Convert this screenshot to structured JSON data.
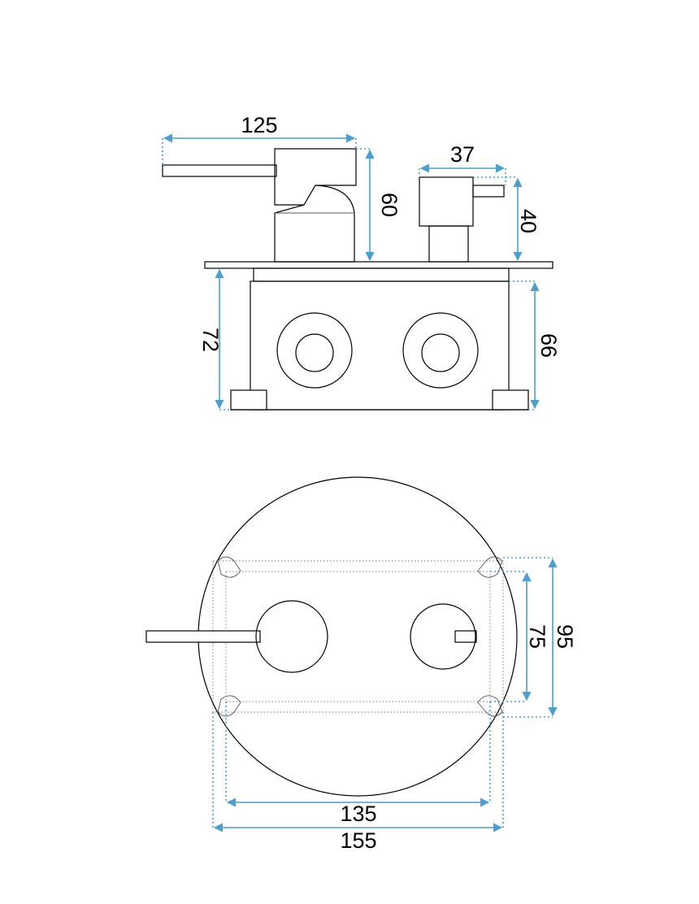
{
  "dimensions": {
    "side_lever_length": "125",
    "side_small_handle_width": "37",
    "side_large_handle_height": "60",
    "side_small_handle_height": "40",
    "side_box_height_left": "72",
    "side_box_height_right": "66",
    "front_inner_height": "75",
    "front_outer_height": "95",
    "front_inner_width": "135",
    "front_outer_width": "155"
  },
  "colors": {
    "dimension_line": "#4a9fd0",
    "drawing_line": "#000000",
    "background": "#ffffff"
  }
}
